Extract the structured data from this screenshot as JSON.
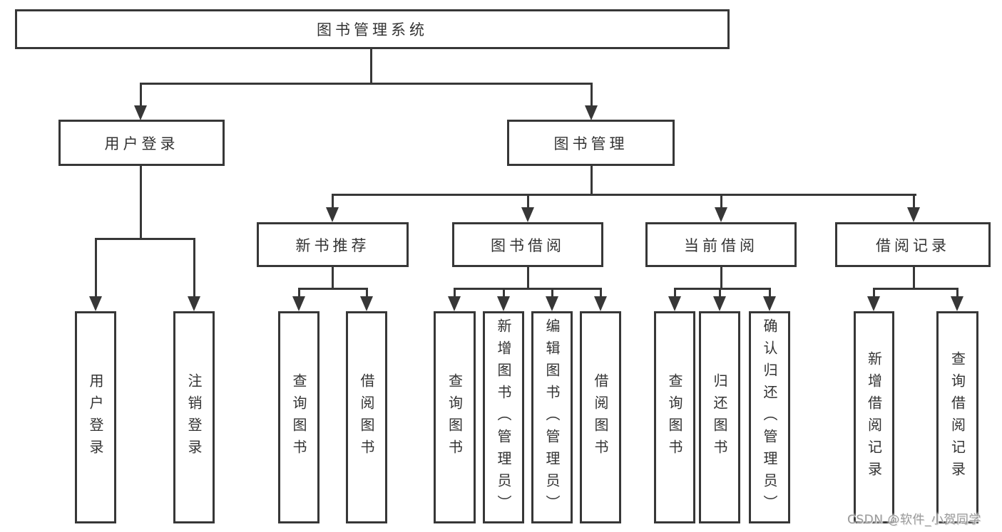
{
  "diagram": {
    "type": "hierarchy-tree",
    "nodes": {
      "root": {
        "label": "图书管理系统",
        "children": [
          "user_login",
          "book_mgmt"
        ]
      },
      "user_login": {
        "label": "用户登录",
        "children": [
          "leaf_user_login",
          "leaf_logout"
        ]
      },
      "book_mgmt": {
        "label": "图书管理",
        "children": [
          "new_book_rec",
          "book_borrow",
          "current_borrow",
          "borrow_record"
        ]
      },
      "new_book_rec": {
        "label": "新书推荐",
        "children": [
          "leaf_query_book_1",
          "leaf_borrow_book_1"
        ]
      },
      "book_borrow": {
        "label": "图书借阅",
        "children": [
          "leaf_query_book_2",
          "leaf_add_book",
          "leaf_edit_book",
          "leaf_borrow_book_2"
        ]
      },
      "current_borrow": {
        "label": "当前借阅",
        "children": [
          "leaf_query_book_3",
          "leaf_return_book",
          "leaf_confirm_return"
        ]
      },
      "borrow_record": {
        "label": "借阅记录",
        "children": [
          "leaf_add_record",
          "leaf_query_record"
        ]
      },
      "leaf_user_login": {
        "label": "用户登录"
      },
      "leaf_logout": {
        "label": "注销登录"
      },
      "leaf_query_book_1": {
        "label": "查询图书"
      },
      "leaf_borrow_book_1": {
        "label": "借阅图书"
      },
      "leaf_query_book_2": {
        "label": "查询图书"
      },
      "leaf_add_book": {
        "label": "新增图书（管理员）"
      },
      "leaf_edit_book": {
        "label": "编辑图书（管理员）"
      },
      "leaf_borrow_book_2": {
        "label": "借阅图书"
      },
      "leaf_query_book_3": {
        "label": "查询图书"
      },
      "leaf_return_book": {
        "label": "归还图书"
      },
      "leaf_confirm_return": {
        "label": "确认归还（管理员）"
      },
      "leaf_add_record": {
        "label": "新增借阅记录"
      },
      "leaf_query_record": {
        "label": "查询借阅记录"
      }
    },
    "colors": {
      "line": "#373737",
      "box_border": "#373737",
      "box_fill": "#ffffff",
      "text": "#333333",
      "watermark": "#9a9a9a",
      "background": "#ffffff"
    }
  },
  "watermark": {
    "label": "CSDN @软件_小贺同学"
  }
}
